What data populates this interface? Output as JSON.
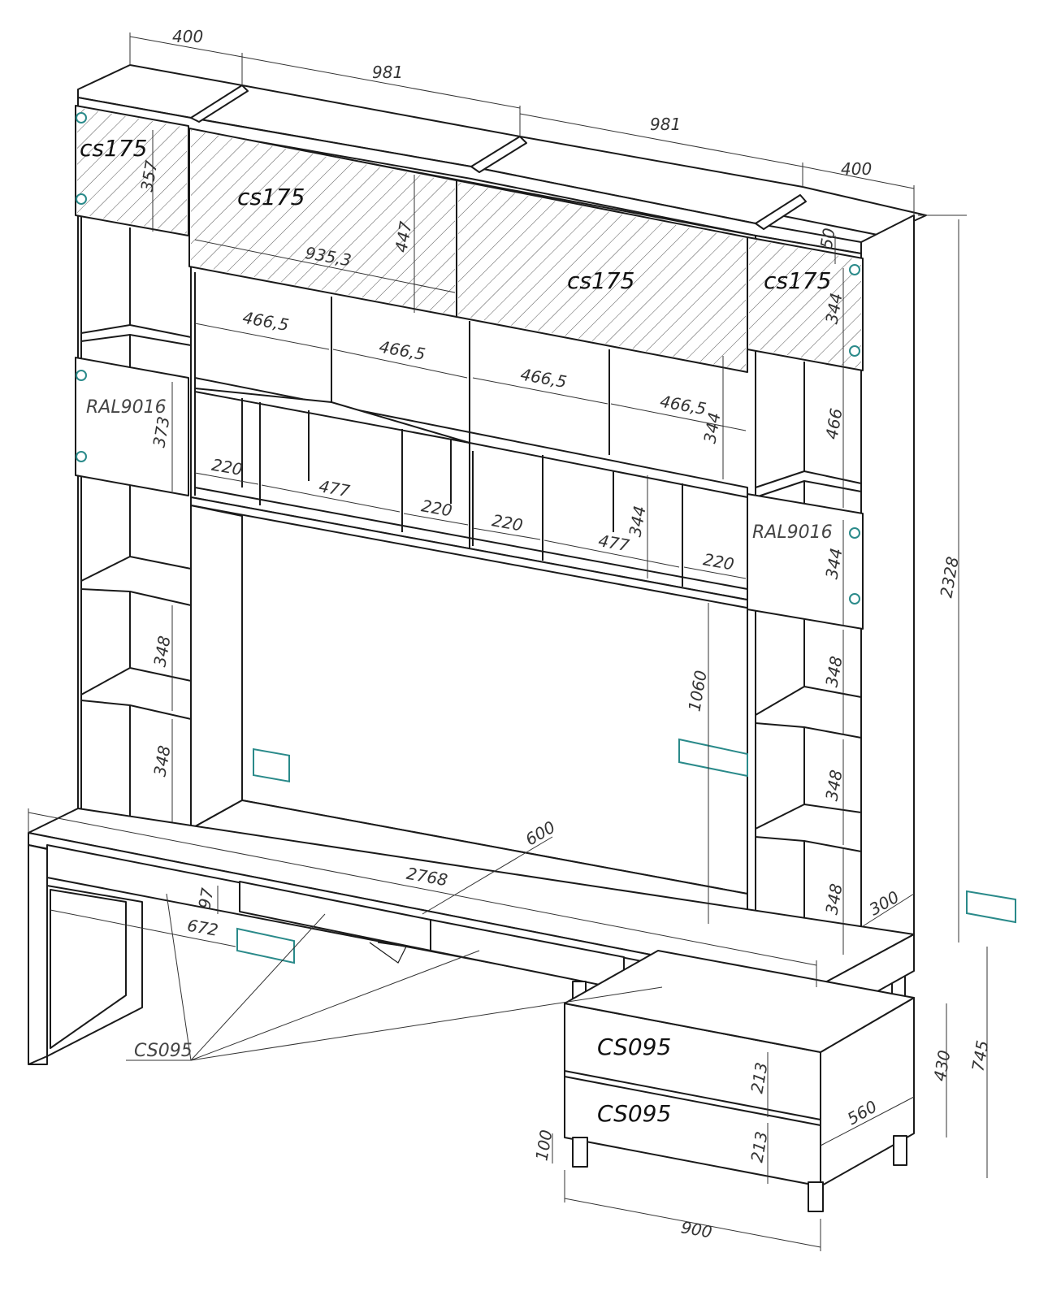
{
  "colors": {
    "line": "#1a1a1a",
    "dimension": "#333333",
    "marker": "#2a8a8a"
  },
  "materials": {
    "glass_door": "cs175",
    "panel_color": "RAL9016",
    "drawer_front": "CS095"
  },
  "dimensions": {
    "top_left_depth": "400",
    "top_span_left": "981",
    "top_span_right": "981",
    "top_right_depth": "400",
    "door_small_height": "357",
    "door_center_height": "447",
    "door_center_width": "935,3",
    "top_right_offset": "50",
    "right_door_height": "344",
    "cell_width_1": "466,5",
    "cell_width_2": "466,5",
    "cell_width_3": "466,5",
    "cell_width_4": "466,5",
    "cell_height_upper": "344",
    "left_door_height": "373",
    "right_cell_466": "466",
    "small_cell_1": "220",
    "wide_cell_1": "477",
    "small_cell_2": "220",
    "small_cell_3": "220",
    "wide_cell_2": "477",
    "small_cell_4": "220",
    "lower_cell_height": "344",
    "right_lower_door": "344",
    "total_height": "2328",
    "left_shelf_1": "348",
    "left_shelf_2": "348",
    "right_shelf_1": "348",
    "right_shelf_2": "348",
    "right_shelf_3": "348",
    "niche_height": "1060",
    "desk_depth": "600",
    "desk_length": "2768",
    "drawer_height": "97",
    "leg_span": "672",
    "right_column_depth": "300",
    "pedestal_drawer_1": "213",
    "pedestal_drawer_2": "213",
    "pedestal_height": "430",
    "desk_height": "745",
    "pedestal_depth": "560",
    "pedestal_leg": "100",
    "pedestal_width": "900"
  }
}
